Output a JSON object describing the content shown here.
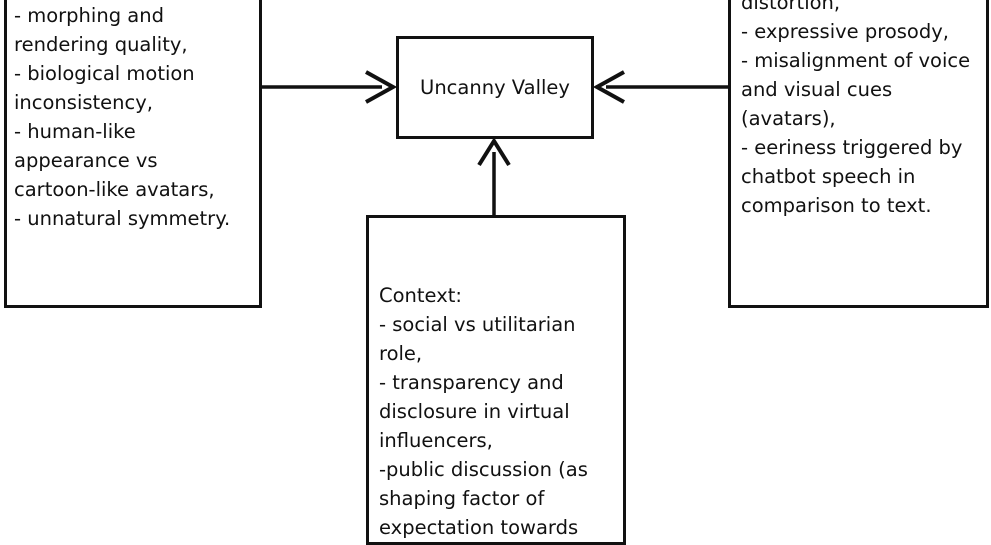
{
  "diagram": {
    "center": {
      "label": "Uncanny Valley"
    },
    "left": {
      "lines": [
        "- morphing and",
        "rendering quality,",
        "- biological motion",
        "inconsistency,",
        "- human-like",
        "appearance vs",
        "cartoon-like avatars,",
        "- unnatural symmetry."
      ]
    },
    "right": {
      "lines": [
        "distortion,",
        "- expressive prosody,",
        "- misalignment of voice",
        "and visual cues",
        "(avatars),",
        "- eeriness triggered by",
        "chatbot speech in",
        "comparison to text."
      ]
    },
    "bottom": {
      "lines": [
        "Context:",
        "- social vs utilitarian",
        "role,",
        "- transparency and",
        "disclosure in virtual",
        "influencers,",
        "-public discussion (as",
        "shaping factor of",
        "expectation towards"
      ]
    }
  }
}
